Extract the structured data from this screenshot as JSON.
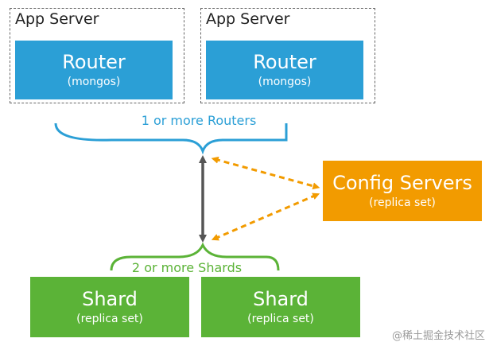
{
  "app_servers": [
    {
      "label": "App Server",
      "router_title": "Router",
      "router_sub": "(mongos)"
    },
    {
      "label": "App Server",
      "router_title": "Router",
      "router_sub": "(mongos)"
    }
  ],
  "routers_caption": "1 or more Routers",
  "config": {
    "title": "Config Servers",
    "sub": "(replica set)"
  },
  "shards_caption": "2 or more Shards",
  "shards": [
    {
      "title": "Shard",
      "sub": "(replica set)"
    },
    {
      "title": "Shard",
      "sub": "(replica set)"
    }
  ],
  "watermark": "@稀土掘金技术社区",
  "colors": {
    "router": "#2b9fd6",
    "config": "#f29b00",
    "shard": "#5bb337",
    "arrow": "#555555"
  }
}
